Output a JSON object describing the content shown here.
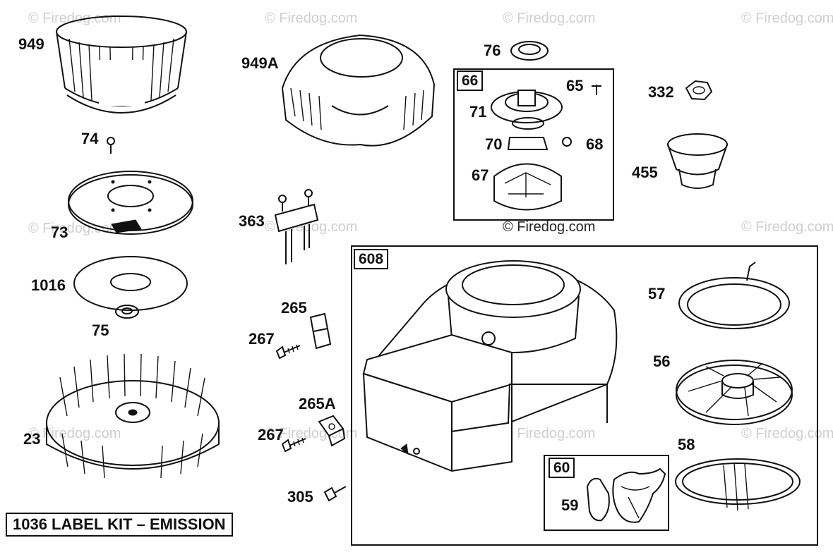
{
  "diagram": {
    "watermark": "© Firedog.com",
    "kit_note": "1036 LABEL KIT – EMISSION",
    "parts": [
      "949",
      "949A",
      "76",
      "66",
      "65",
      "71",
      "70",
      "68",
      "67",
      "332",
      "455",
      "74",
      "73",
      "363",
      "1016",
      "75",
      "265",
      "267",
      "23",
      "265A",
      "305",
      "608",
      "57",
      "56",
      "58",
      "60",
      "59"
    ]
  }
}
